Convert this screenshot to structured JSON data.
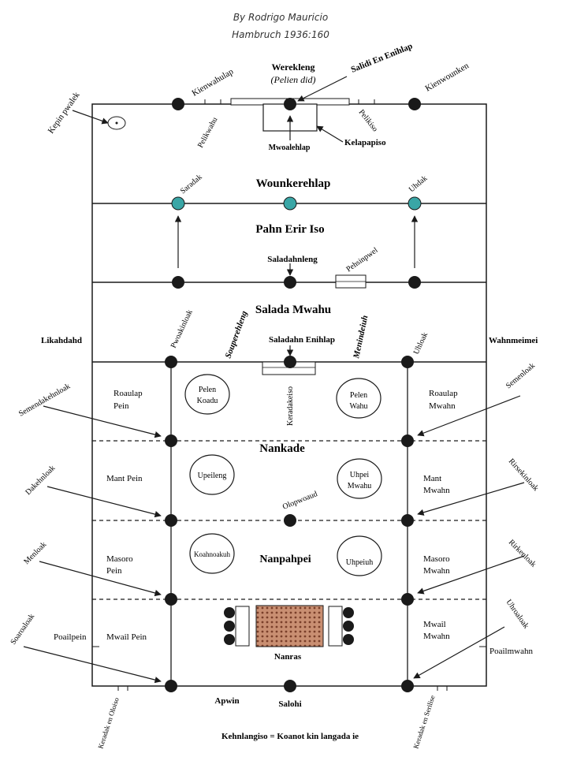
{
  "header": {
    "author": "By Rodrigo Mauricio",
    "citation": "Hambruch 1936:160"
  },
  "top": {
    "werekleng": "Werekleng",
    "pelien_did": "(Pelien did)",
    "salidi": "Salidi En Enihlap",
    "kienwahulap": "Kienwahulap",
    "kienwounken": "Kienwounken",
    "pelikwahu": "Pelikwahu",
    "pelikiso": "Pelikiso",
    "mwoalehlap": "Mwoalehlap",
    "kelapapiso": "Kelapapiso",
    "kepin_pwalek": "Kepin pwalek"
  },
  "sections": {
    "wounkerehlap": "Wounkerehlap",
    "pahn_erir_iso": "Pahn Erir Iso",
    "salada_mwahu": "Salada Mwahu",
    "nankade": "Nankade",
    "nanpahpei": "Nanpahpei",
    "nanras": "Nanras"
  },
  "labels": {
    "saradak": "Saradak",
    "uhdak": "Uhdak",
    "saladahnleng": "Saladahnleng",
    "pehsinpwel": "Pehsinpwel",
    "likahdahd": "Likahdahd",
    "wahnmeimei": "Wahnmeimei",
    "pwoakinloak": "Pwoakinloak",
    "souperehleng": "Souperehleng",
    "saladahn_enihlap": "Saladahn Enihlap",
    "menindeiuh": "Menindeiuh",
    "uhloak": "Uhloak",
    "keradakeiso": "Keradakeiso",
    "olopwoaud": "Olopwoaud",
    "apwin": "Apwin",
    "salohi": "Salohi",
    "keradak_oloiso": "Keradak en Oloiso",
    "keradak_serilise": "Keradak en Serilise",
    "poailpein": "Poailpein",
    "poailmwahn": "Poailmwahn"
  },
  "outer_left": {
    "semendakehnloak": "Semendakehnloak",
    "dakehnloak": "Dakehnloak",
    "menloak": "Menloak",
    "soaroaloak": "Soaroaloak"
  },
  "outer_right": {
    "semenloak": "Semenloak",
    "rirsekinloak": "Rirsekinloak",
    "rirkenloak": "Rirkenloak",
    "uhroaloak": "Uhroaloak"
  },
  "rooms_left": {
    "roaulap_pein_1": "Roaulap",
    "roaulap_pein_2": "Pein",
    "mant_pein": "Mant Pein",
    "masoro_pein_1": "Masoro",
    "masoro_pein_2": "Pein",
    "mwail_pein": "Mwail Pein"
  },
  "rooms_right": {
    "roaulap_mwahn_1": "Roaulap",
    "roaulap_mwahn_2": "Mwahn",
    "mant_mwahn_1": "Mant",
    "mant_mwahn_2": "Mwahn",
    "masoro_mwahn_1": "Masoro",
    "masoro_mwahn_2": "Mwahn",
    "mwail_mwahn_1": "Mwail",
    "mwail_mwahn_2": "Mwahn"
  },
  "ovals": {
    "pelen_koadu_1": "Pelen",
    "pelen_koadu_2": "Koadu",
    "pelen_wahu_1": "Pelen",
    "pelen_wahu_2": "Wahu",
    "upeileng": "Upeileng",
    "uhpei_mwahu_1": "Uhpei",
    "uhpei_mwahu_2": "Mwahu",
    "koahnoakuh": "Koahnoakuh",
    "uhpeiuh": "Uhpeiuh"
  },
  "footer": {
    "legend": "Kehnlangiso = Koanot kin langada ie"
  },
  "colors": {
    "line": "#1a1a1a",
    "post": "#1a1a1a",
    "teal_post": "#3aa6a6",
    "hearth": "#b8775a"
  }
}
